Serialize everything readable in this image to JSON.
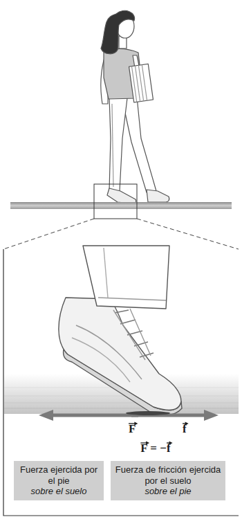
{
  "diagram": {
    "nodes": [
      {
        "text": [
          "Fuerza ejercida por el pie",
          "sobre el suelo"
        ]
      },
      {
        "text": [
          "Fuerza de fricción ejercida por el suelo",
          "sobre el pie"
        ]
      }
    ],
    "labels": [
      "F",
      "f",
      "F = −f"
    ]
  }
}
